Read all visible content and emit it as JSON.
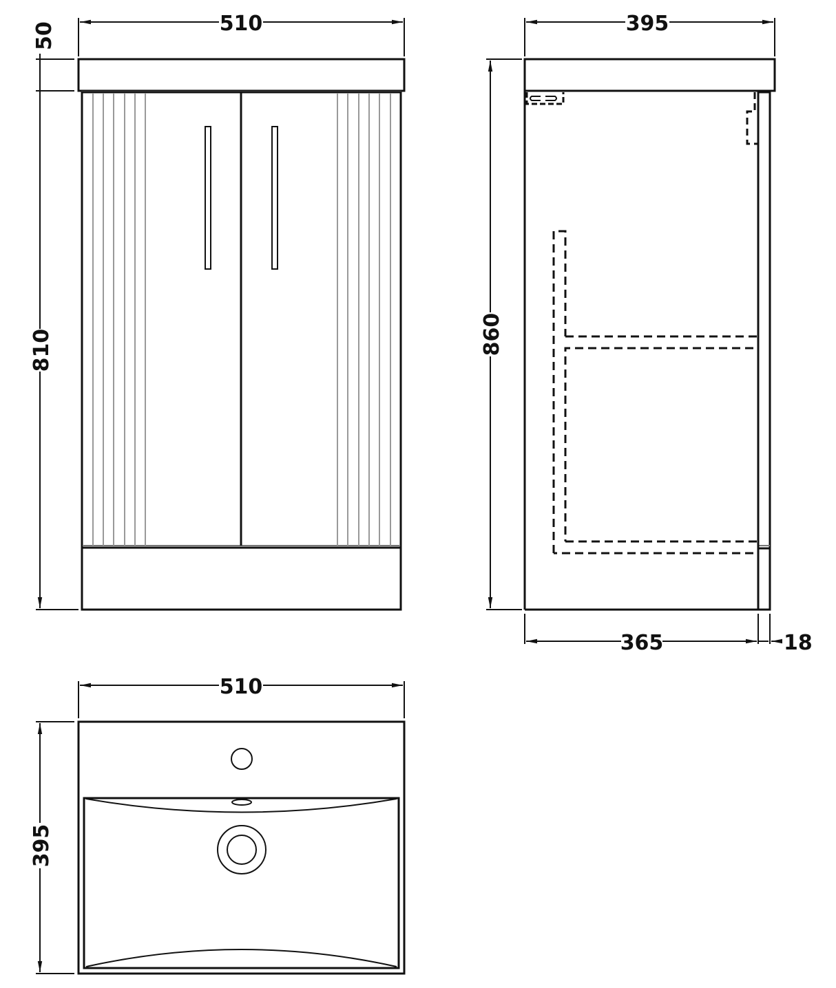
{
  "drawing": {
    "units": "mm",
    "line_color": "#111111",
    "flute_color": "#999999",
    "background": "#ffffff"
  },
  "front_view": {
    "label": "front-elevation",
    "dimensions": {
      "width": "510",
      "basin_height": "50",
      "cabinet_height": "810"
    },
    "doors": 2,
    "flutes_per_door": 6
  },
  "side_view": {
    "label": "side-elevation",
    "dimensions": {
      "depth": "395",
      "total_height": "860",
      "cabinet_depth": "365",
      "door_thickness": "18"
    }
  },
  "plan_view": {
    "label": "basin-plan",
    "dimensions": {
      "width": "510",
      "depth": "395"
    }
  }
}
